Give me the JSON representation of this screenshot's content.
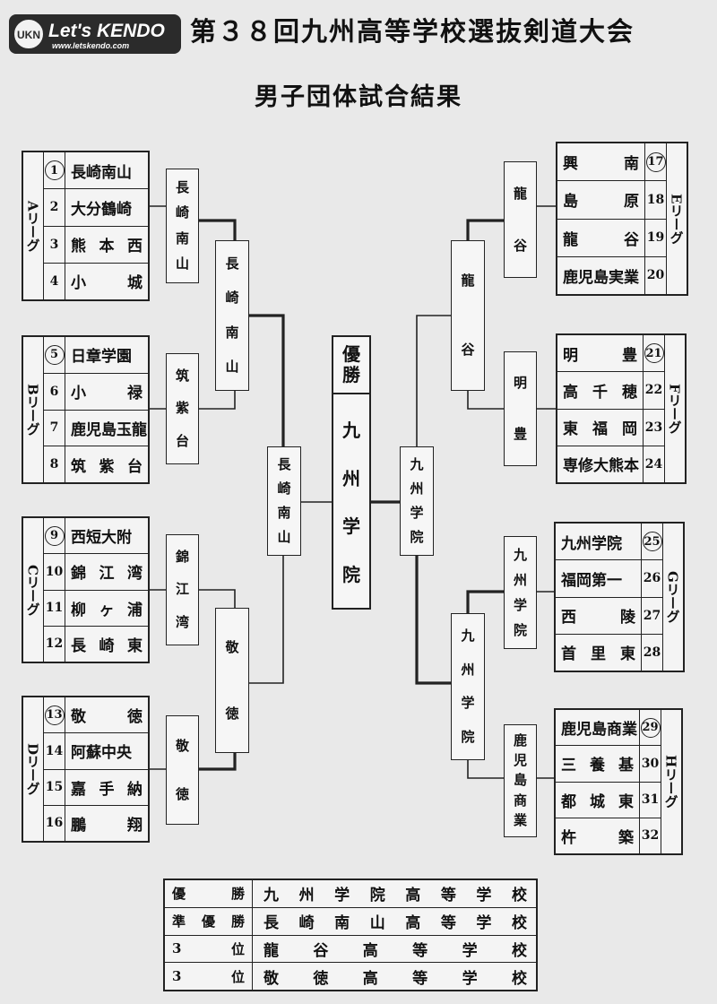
{
  "logo": {
    "primary": "Let's KENDO",
    "secondary": "www.letskendo.com",
    "badge": "UKN"
  },
  "title": "第３８回九州高等学校選抜剣道大会",
  "subtitle": "男子団体試合結果",
  "leagues": {
    "A": {
      "label": "Aリーグ",
      "teams": [
        {
          "num": "1",
          "name": "長崎南山",
          "seed": true
        },
        {
          "num": "2",
          "name": "大分鶴崎",
          "seed": false
        },
        {
          "num": "3",
          "name": "熊本西",
          "seed": false
        },
        {
          "num": "4",
          "name": "小城",
          "seed": false
        }
      ]
    },
    "B": {
      "label": "Bリーグ",
      "teams": [
        {
          "num": "5",
          "name": "日章学園",
          "seed": true
        },
        {
          "num": "6",
          "name": "小禄",
          "seed": false
        },
        {
          "num": "7",
          "name": "鹿児島玉龍",
          "seed": false
        },
        {
          "num": "8",
          "name": "筑紫台",
          "seed": false
        }
      ]
    },
    "C": {
      "label": "Cリーグ",
      "teams": [
        {
          "num": "9",
          "name": "西短大附",
          "seed": true
        },
        {
          "num": "10",
          "name": "錦江湾",
          "seed": false
        },
        {
          "num": "11",
          "name": "柳ヶ浦",
          "seed": false
        },
        {
          "num": "12",
          "name": "長崎東",
          "seed": false
        }
      ]
    },
    "D": {
      "label": "Dリーグ",
      "teams": [
        {
          "num": "13",
          "name": "敬徳",
          "seed": true
        },
        {
          "num": "14",
          "name": "阿蘇中央",
          "seed": false
        },
        {
          "num": "15",
          "name": "嘉手納",
          "seed": false
        },
        {
          "num": "16",
          "name": "鵬翔",
          "seed": false
        }
      ]
    },
    "E": {
      "label": "Eリーグ",
      "teams": [
        {
          "num": "17",
          "name": "興南",
          "seed": true
        },
        {
          "num": "18",
          "name": "島原",
          "seed": false
        },
        {
          "num": "19",
          "name": "龍谷",
          "seed": false
        },
        {
          "num": "20",
          "name": "鹿児島実業",
          "seed": false
        }
      ]
    },
    "F": {
      "label": "Fリーグ",
      "teams": [
        {
          "num": "21",
          "name": "明豊",
          "seed": true
        },
        {
          "num": "22",
          "name": "高千穂",
          "seed": false
        },
        {
          "num": "23",
          "name": "東福岡",
          "seed": false
        },
        {
          "num": "24",
          "name": "専修大熊本",
          "seed": false
        }
      ]
    },
    "G": {
      "label": "Gリーグ",
      "teams": [
        {
          "num": "25",
          "name": "九州学院",
          "seed": true
        },
        {
          "num": "26",
          "name": "福岡第一",
          "seed": false
        },
        {
          "num": "27",
          "name": "西陵",
          "seed": false
        },
        {
          "num": "28",
          "name": "首里東",
          "seed": false
        }
      ]
    },
    "H": {
      "label": "Hリーグ",
      "teams": [
        {
          "num": "29",
          "name": "鹿児島商業",
          "seed": true
        },
        {
          "num": "30",
          "name": "三養基",
          "seed": false
        },
        {
          "num": "31",
          "name": "都城東",
          "seed": false
        },
        {
          "num": "32",
          "name": "杵築",
          "seed": false
        }
      ]
    }
  },
  "bracket": {
    "r1": {
      "A": "長崎南山",
      "B": "筑紫台",
      "C": "錦江湾",
      "D": "敬徳",
      "E": "龍谷",
      "F": "明豊",
      "G": "九州学院",
      "H": "鹿児島商業"
    },
    "r2": {
      "AB": "長崎南山",
      "CD": "敬徳",
      "EF": "龍谷",
      "GH": "九州学院"
    },
    "semi": {
      "left": "長崎南山",
      "right": "九州学院"
    }
  },
  "champion": {
    "label": "優勝",
    "name": "九州学院"
  },
  "results": [
    {
      "rank": "優勝",
      "school": "九州学院高等学校"
    },
    {
      "rank": "準優勝",
      "school": "長崎南山高等学校"
    },
    {
      "rank": "3位",
      "school": "龍谷高等学校"
    },
    {
      "rank": "3位",
      "school": "敬徳高等学校"
    }
  ],
  "colors": {
    "ink": "#111111",
    "paper": "#e9e9e9",
    "logo_bg": "#2b2b2b"
  }
}
